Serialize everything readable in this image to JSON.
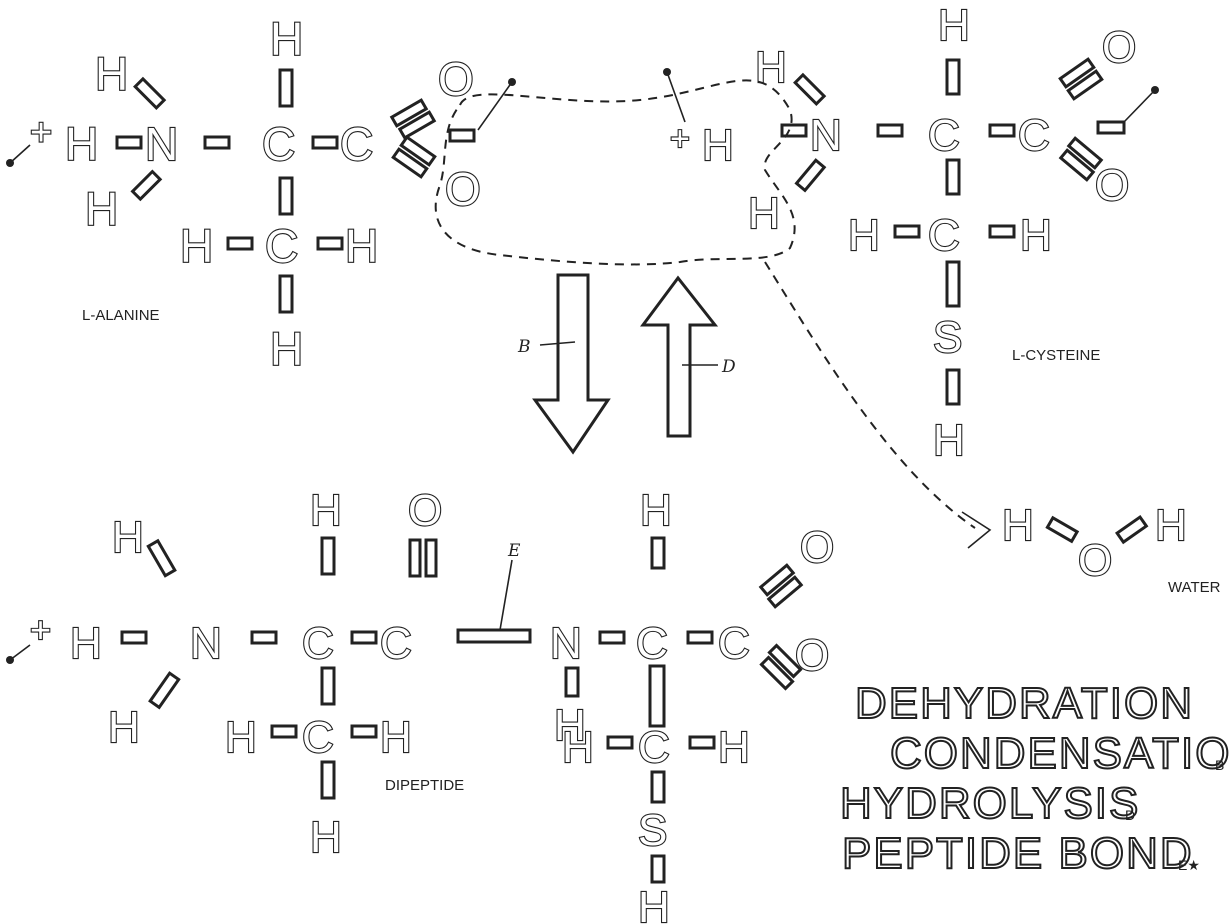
{
  "atoms": {
    "h": "H",
    "n": "N",
    "c": "C",
    "o": "O",
    "s": "S",
    "plus": "+"
  },
  "labels": {
    "alanine": "L-ALANINE",
    "cysteine": "L-CYSTEINE",
    "dipeptide": "DIPEPTIDE",
    "water": "WATER",
    "arrow_b": "B",
    "arrow_d": "D",
    "bond_e": "E"
  },
  "legend": {
    "dehydration": "DEHYDRATION",
    "condensation": "CONDENSATION",
    "condensation_mark": "B",
    "hydrolysis": "HYDROLYSIS",
    "hydrolysis_mark": "D",
    "peptide_bond": "PEPTIDE BOND",
    "peptide_bond_mark": "E★"
  }
}
